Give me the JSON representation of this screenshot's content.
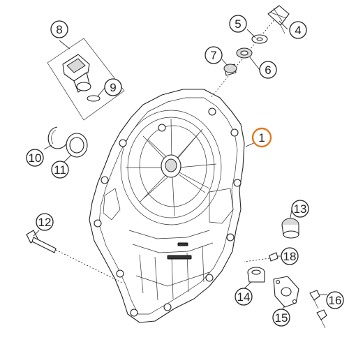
{
  "diagram": {
    "callouts": [
      {
        "id": "callout-1",
        "number": "1",
        "highlight": true
      },
      {
        "id": "callout-4",
        "number": "4",
        "highlight": false
      },
      {
        "id": "callout-5",
        "number": "5",
        "highlight": false
      },
      {
        "id": "callout-6",
        "number": "6",
        "highlight": false
      },
      {
        "id": "callout-7",
        "number": "7",
        "highlight": false
      },
      {
        "id": "callout-8",
        "number": "8",
        "highlight": false
      },
      {
        "id": "callout-9",
        "number": "9",
        "highlight": false
      },
      {
        "id": "callout-10",
        "number": "10",
        "highlight": false
      },
      {
        "id": "callout-11",
        "number": "11",
        "highlight": false
      },
      {
        "id": "callout-12",
        "number": "12",
        "highlight": false
      },
      {
        "id": "callout-13",
        "number": "13",
        "highlight": false
      },
      {
        "id": "callout-14",
        "number": "14",
        "highlight": false
      },
      {
        "id": "callout-15",
        "number": "15",
        "highlight": false
      },
      {
        "id": "callout-16",
        "number": "16",
        "highlight": false
      },
      {
        "id": "callout-18",
        "number": "18",
        "highlight": false
      }
    ],
    "colors": {
      "highlight": "#e07a1e",
      "ink": "#222222",
      "background": "#ffffff"
    }
  }
}
